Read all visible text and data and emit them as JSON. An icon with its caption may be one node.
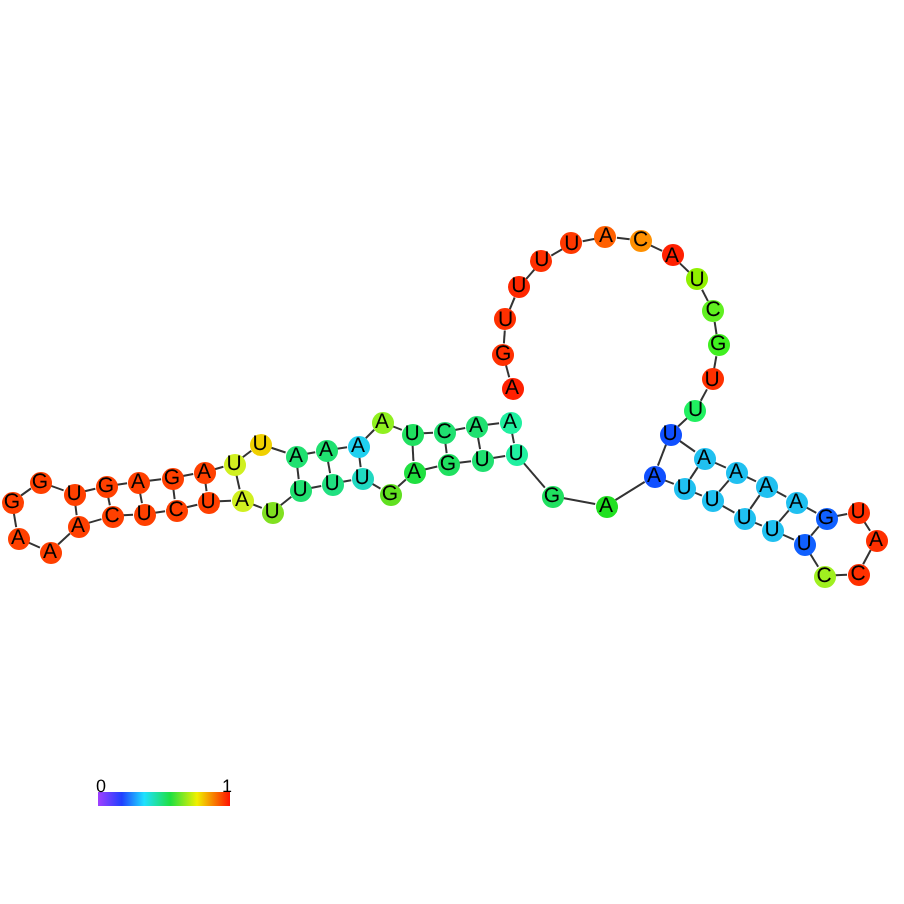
{
  "diagram": {
    "nodes": [
      {
        "text": [
          "A"
        ]
      },
      {
        "text": [
          "G"
        ]
      },
      {
        "text": [
          "U"
        ]
      },
      {
        "text": [
          "U"
        ]
      },
      {
        "text": [
          "U"
        ]
      },
      {
        "text": [
          "U"
        ]
      },
      {
        "text": [
          "A"
        ]
      },
      {
        "text": [
          "C"
        ]
      },
      {
        "text": [
          "A"
        ]
      },
      {
        "text": [
          "U"
        ]
      },
      {
        "text": [
          "C"
        ]
      },
      {
        "text": [
          "G"
        ]
      },
      {
        "text": [
          "U"
        ]
      },
      {
        "text": [
          "U"
        ]
      },
      {
        "text": [
          "U"
        ]
      },
      {
        "text": [
          "A"
        ]
      },
      {
        "text": [
          "A"
        ]
      },
      {
        "text": [
          "A"
        ]
      },
      {
        "text": [
          "A"
        ]
      },
      {
        "text": [
          "G"
        ]
      },
      {
        "text": [
          "U"
        ]
      },
      {
        "text": [
          "A"
        ]
      },
      {
        "text": [
          "C"
        ]
      },
      {
        "text": [
          "C"
        ]
      },
      {
        "text": [
          "U"
        ]
      },
      {
        "text": [
          "U"
        ]
      },
      {
        "text": [
          "U"
        ]
      },
      {
        "text": [
          "U"
        ]
      },
      {
        "text": [
          "U"
        ]
      },
      {
        "text": [
          "A"
        ]
      },
      {
        "text": [
          "A"
        ]
      },
      {
        "text": [
          "G"
        ]
      },
      {
        "text": [
          "U"
        ]
      },
      {
        "text": [
          "U"
        ]
      },
      {
        "text": [
          "G"
        ]
      },
      {
        "text": [
          "A"
        ]
      },
      {
        "text": [
          "G"
        ]
      },
      {
        "text": [
          "U"
        ]
      },
      {
        "text": [
          "U"
        ]
      },
      {
        "text": [
          "U"
        ]
      },
      {
        "text": [
          "U"
        ]
      },
      {
        "text": [
          "A"
        ]
      },
      {
        "text": [
          "U"
        ]
      },
      {
        "text": [
          "C"
        ]
      },
      {
        "text": [
          "U"
        ]
      },
      {
        "text": [
          "C"
        ]
      },
      {
        "text": [
          "A"
        ]
      },
      {
        "text": [
          "A"
        ]
      },
      {
        "text": [
          "A"
        ]
      },
      {
        "text": [
          "G"
        ]
      },
      {
        "text": [
          "G"
        ]
      },
      {
        "text": [
          "U"
        ]
      },
      {
        "text": [
          "G"
        ]
      },
      {
        "text": [
          "A"
        ]
      },
      {
        "text": [
          "G"
        ]
      },
      {
        "text": [
          "A"
        ]
      },
      {
        "text": [
          "U"
        ]
      },
      {
        "text": [
          "U"
        ]
      },
      {
        "text": [
          "A"
        ]
      },
      {
        "text": [
          "A"
        ]
      },
      {
        "text": [
          "A"
        ]
      },
      {
        "text": [
          "A"
        ]
      },
      {
        "text": [
          "U"
        ]
      },
      {
        "text": [
          "C"
        ]
      },
      {
        "text": [
          "A"
        ]
      },
      {
        "text": [
          "A"
        ]
      }
    ],
    "edges": [
      {
        "from": 0,
        "to": 1,
        "arrow": "none"
      },
      {
        "from": 1,
        "to": 2,
        "arrow": "none"
      },
      {
        "from": 2,
        "to": 3,
        "arrow": "none"
      },
      {
        "from": 3,
        "to": 4,
        "arrow": "none"
      },
      {
        "from": 4,
        "to": 5,
        "arrow": "none"
      },
      {
        "from": 5,
        "to": 6,
        "arrow": "none"
      },
      {
        "from": 6,
        "to": 7,
        "arrow": "none"
      },
      {
        "from": 7,
        "to": 8,
        "arrow": "none"
      },
      {
        "from": 8,
        "to": 9,
        "arrow": "none"
      },
      {
        "from": 9,
        "to": 10,
        "arrow": "none"
      },
      {
        "from": 10,
        "to": 11,
        "arrow": "none"
      },
      {
        "from": 11,
        "to": 12,
        "arrow": "none"
      },
      {
        "from": 12,
        "to": 13,
        "arrow": "none"
      },
      {
        "from": 13,
        "to": 14,
        "arrow": "none"
      },
      {
        "from": 14,
        "to": 15,
        "arrow": "none"
      },
      {
        "from": 15,
        "to": 16,
        "arrow": "none"
      },
      {
        "from": 16,
        "to": 17,
        "arrow": "none"
      },
      {
        "from": 17,
        "to": 18,
        "arrow": "none"
      },
      {
        "from": 18,
        "to": 19,
        "arrow": "none"
      },
      {
        "from": 19,
        "to": 20,
        "arrow": "none"
      },
      {
        "from": 20,
        "to": 21,
        "arrow": "none"
      },
      {
        "from": 21,
        "to": 22,
        "arrow": "none"
      },
      {
        "from": 22,
        "to": 23,
        "arrow": "none"
      },
      {
        "from": 23,
        "to": 24,
        "arrow": "none"
      },
      {
        "from": 24,
        "to": 25,
        "arrow": "none"
      },
      {
        "from": 25,
        "to": 26,
        "arrow": "none"
      },
      {
        "from": 26,
        "to": 27,
        "arrow": "none"
      },
      {
        "from": 27,
        "to": 28,
        "arrow": "none"
      },
      {
        "from": 28,
        "to": 29,
        "arrow": "none"
      },
      {
        "from": 29,
        "to": 30,
        "arrow": "none"
      },
      {
        "from": 30,
        "to": 31,
        "arrow": "none"
      },
      {
        "from": 31,
        "to": 32,
        "arrow": "none"
      },
      {
        "from": 32,
        "to": 33,
        "arrow": "none"
      },
      {
        "from": 33,
        "to": 34,
        "arrow": "none"
      },
      {
        "from": 34,
        "to": 35,
        "arrow": "none"
      },
      {
        "from": 35,
        "to": 36,
        "arrow": "none"
      },
      {
        "from": 36,
        "to": 37,
        "arrow": "none"
      },
      {
        "from": 37,
        "to": 38,
        "arrow": "none"
      },
      {
        "from": 38,
        "to": 39,
        "arrow": "none"
      },
      {
        "from": 39,
        "to": 40,
        "arrow": "none"
      },
      {
        "from": 40,
        "to": 41,
        "arrow": "none"
      },
      {
        "from": 41,
        "to": 42,
        "arrow": "none"
      },
      {
        "from": 42,
        "to": 43,
        "arrow": "none"
      },
      {
        "from": 43,
        "to": 44,
        "arrow": "none"
      },
      {
        "from": 44,
        "to": 45,
        "arrow": "none"
      },
      {
        "from": 45,
        "to": 46,
        "arrow": "none"
      },
      {
        "from": 46,
        "to": 47,
        "arrow": "none"
      },
      {
        "from": 47,
        "to": 48,
        "arrow": "none"
      },
      {
        "from": 48,
        "to": 49,
        "arrow": "none"
      },
      {
        "from": 49,
        "to": 50,
        "arrow": "none"
      },
      {
        "from": 50,
        "to": 51,
        "arrow": "none"
      },
      {
        "from": 51,
        "to": 52,
        "arrow": "none"
      },
      {
        "from": 52,
        "to": 53,
        "arrow": "none"
      },
      {
        "from": 53,
        "to": 54,
        "arrow": "none"
      },
      {
        "from": 54,
        "to": 55,
        "arrow": "none"
      },
      {
        "from": 55,
        "to": 56,
        "arrow": "none"
      },
      {
        "from": 56,
        "to": 57,
        "arrow": "none"
      },
      {
        "from": 57,
        "to": 58,
        "arrow": "none"
      },
      {
        "from": 58,
        "to": 59,
        "arrow": "none"
      },
      {
        "from": 59,
        "to": 60,
        "arrow": "none"
      },
      {
        "from": 60,
        "to": 61,
        "arrow": "none"
      },
      {
        "from": 61,
        "to": 62,
        "arrow": "none"
      },
      {
        "from": 62,
        "to": 63,
        "arrow": "none"
      },
      {
        "from": 63,
        "to": 64,
        "arrow": "none"
      },
      {
        "from": 64,
        "to": 65,
        "arrow": "none"
      },
      {
        "from": 14,
        "to": 29,
        "arrow": "none"
      },
      {
        "from": 15,
        "to": 28,
        "arrow": "none"
      },
      {
        "from": 16,
        "to": 27,
        "arrow": "none"
      },
      {
        "from": 17,
        "to": 26,
        "arrow": "none"
      },
      {
        "from": 18,
        "to": 25,
        "arrow": "none"
      },
      {
        "from": 19,
        "to": 24,
        "arrow": "none"
      },
      {
        "from": 32,
        "to": 65,
        "arrow": "none"
      },
      {
        "from": 33,
        "to": 64,
        "arrow": "none"
      },
      {
        "from": 34,
        "to": 63,
        "arrow": "none"
      },
      {
        "from": 35,
        "to": 62,
        "arrow": "none"
      },
      {
        "from": 37,
        "to": 60,
        "arrow": "none"
      },
      {
        "from": 38,
        "to": 59,
        "arrow": "none"
      },
      {
        "from": 39,
        "to": 58,
        "arrow": "none"
      },
      {
        "from": 41,
        "to": 56,
        "arrow": "none"
      },
      {
        "from": 42,
        "to": 55,
        "arrow": "none"
      },
      {
        "from": 43,
        "to": 54,
        "arrow": "none"
      },
      {
        "from": 44,
        "to": 53,
        "arrow": "none"
      },
      {
        "from": 45,
        "to": 52,
        "arrow": "none"
      },
      {
        "from": 46,
        "to": 51,
        "arrow": "none"
      }
    ],
    "labels": [
      "0",
      "1"
    ]
  }
}
